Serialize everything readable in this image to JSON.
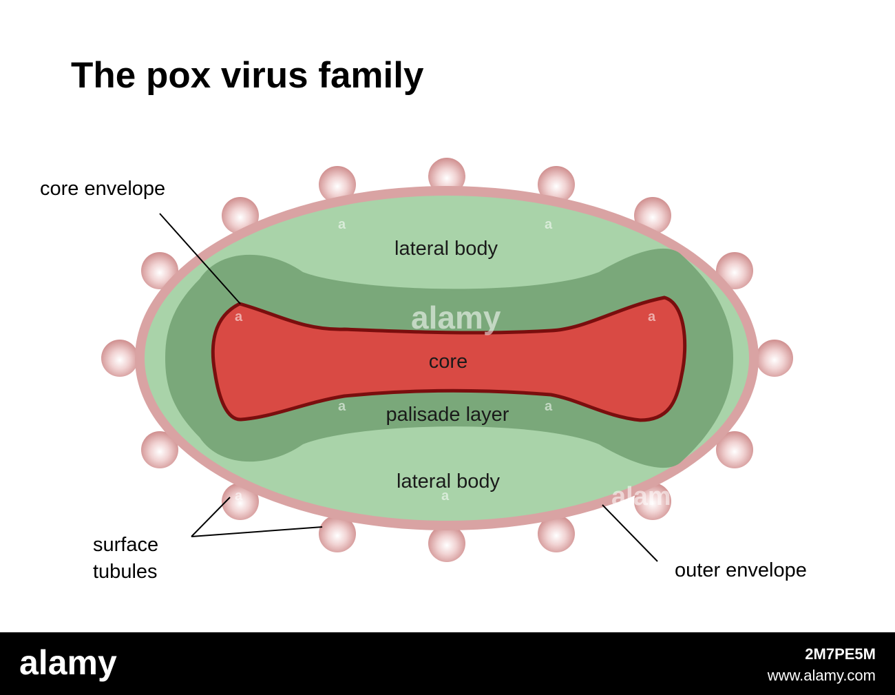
{
  "title": "The pox virus family",
  "labels": {
    "core_envelope": "core envelope",
    "lateral_body_top": "lateral body",
    "core": "core",
    "palisade_layer": "palisade layer",
    "lateral_body_bottom": "lateral body",
    "surface_line1": "surface",
    "surface_line2": "tubules",
    "outer_envelope": "outer envelope"
  },
  "watermark": {
    "brand": "alamy",
    "tile_letter": "a"
  },
  "footer": {
    "brand": "alamy",
    "image_id": "2M7PE5M",
    "url": "www.alamy.com"
  },
  "colors": {
    "outer_envelope": "#d9a3a3",
    "lateral_body": "#a9d3a9",
    "palisade_layer": "#7aa87a",
    "core_fill": "#d94a44",
    "core_outline": "#7a0e0e",
    "tubule": "#d89a9a",
    "footer": "#000000"
  }
}
